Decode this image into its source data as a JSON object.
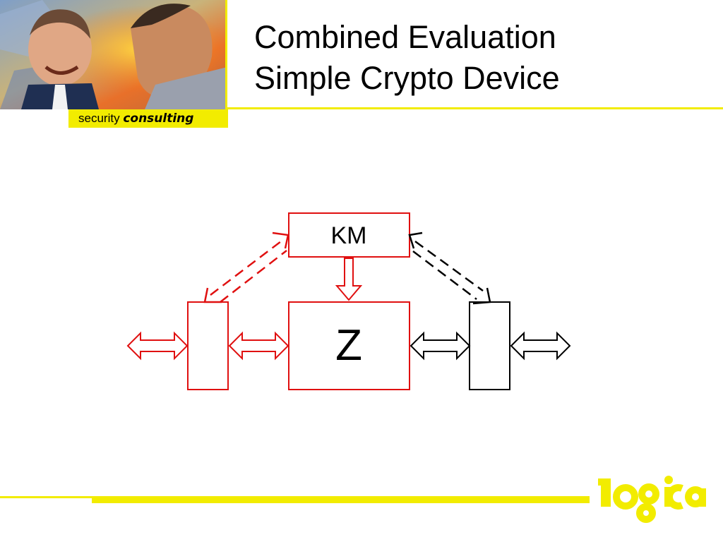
{
  "slide": {
    "title_line1": "Combined Evaluation",
    "title_line2": "Simple Crypto Device"
  },
  "branding": {
    "strip_word1": "security",
    "strip_word2": "consulting",
    "logo_text": "logica",
    "accent_color": "#f2ec00"
  },
  "diagram": {
    "km_label": "KM",
    "z_label": "Z",
    "red_color": "#e01010",
    "black_color": "#000000"
  }
}
